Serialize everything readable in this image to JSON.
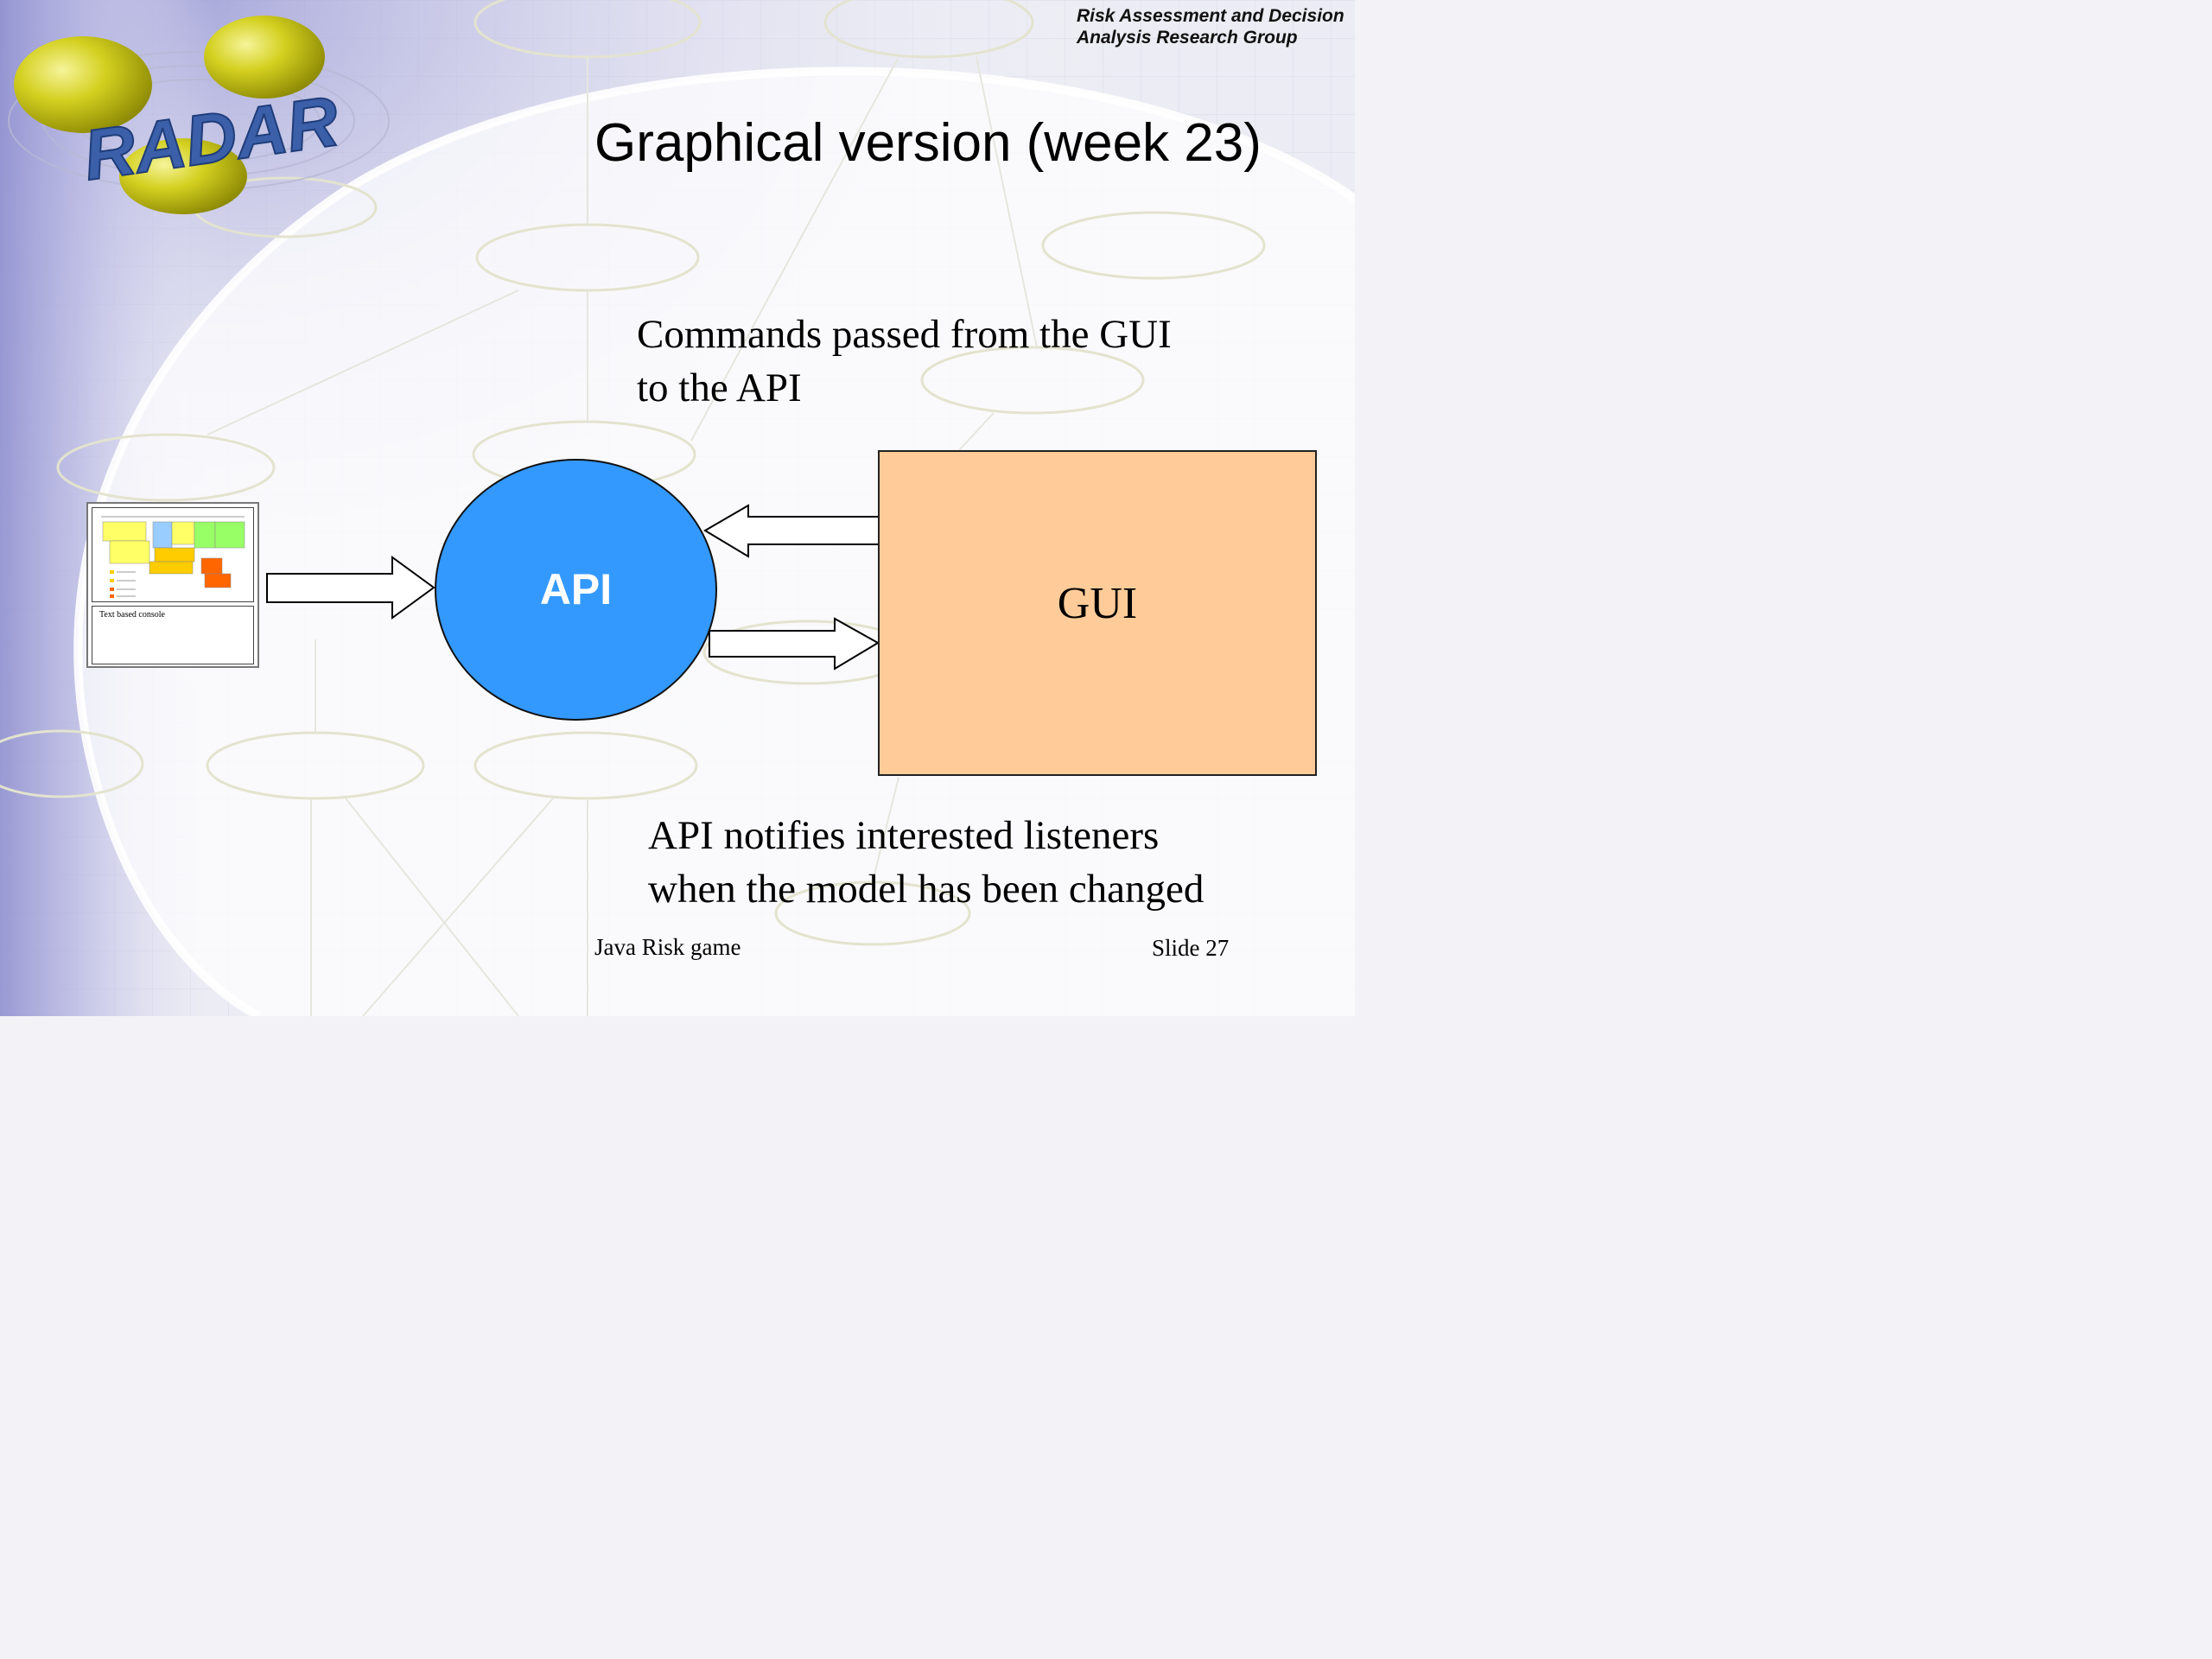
{
  "header": {
    "org_line1": "Risk Assessment and Decision",
    "org_line2": "Analysis Research Group"
  },
  "logo": {
    "text": "RADAR"
  },
  "slide": {
    "title": "Graphical version (week 23)"
  },
  "captions": {
    "top_line1": "Commands passed from the GUI",
    "top_line2": "to the API",
    "bottom_line1": "API notifies interested listeners",
    "bottom_line2": "when the model has been changed"
  },
  "diagram": {
    "api_label": "API",
    "gui_label": "GUI",
    "console_label": "Text based console"
  },
  "footer": {
    "left": "Java Risk game",
    "right": "Slide 27"
  },
  "colors": {
    "api_fill": "#3399ff",
    "gui_fill": "#ffcc99",
    "logo_yellow": "#c8c414",
    "logo_blue": "#3b5fa8"
  }
}
